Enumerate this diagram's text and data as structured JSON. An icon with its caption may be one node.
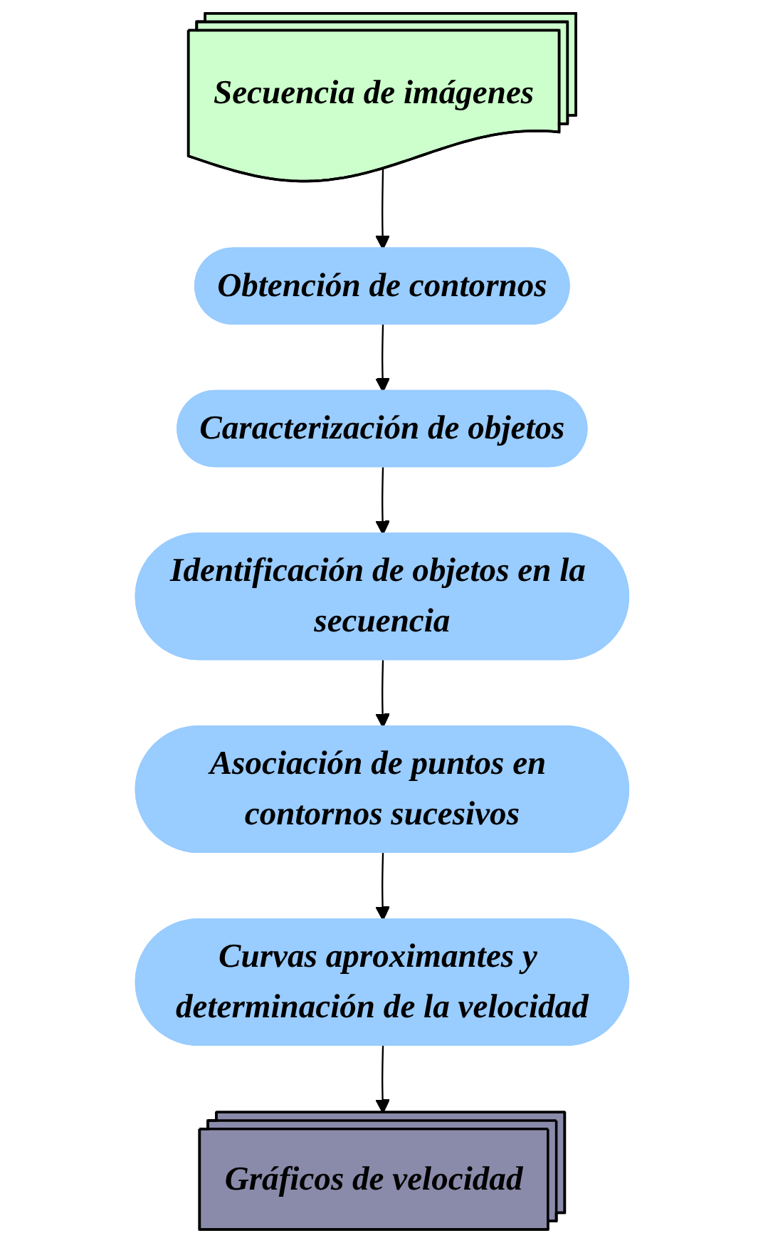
{
  "diagram": {
    "nodes": [
      {
        "text": [
          "Secuencia de imágenes"
        ]
      },
      {
        "text": [
          "Obtención de contornos"
        ]
      },
      {
        "text": [
          "Caracterización de objetos"
        ]
      },
      {
        "text": [
          "Identificación de objetos en la secuencia"
        ]
      },
      {
        "text": [
          "Asociación de puntos en contornos sucesivos"
        ]
      },
      {
        "text": [
          "Curvas aproximantes y determinación de la velocidad"
        ]
      },
      {
        "text": [
          "Gráficos de velocidad"
        ]
      }
    ],
    "edges": [
      {
        "from": 0,
        "to": 1,
        "arrow": "to"
      },
      {
        "from": 1,
        "to": 2,
        "arrow": "to"
      },
      {
        "from": 2,
        "to": 3,
        "arrow": "to"
      },
      {
        "from": 3,
        "to": 4,
        "arrow": "to"
      },
      {
        "from": 4,
        "to": 5,
        "arrow": "to"
      },
      {
        "from": 5,
        "to": 6,
        "arrow": "to"
      }
    ]
  }
}
